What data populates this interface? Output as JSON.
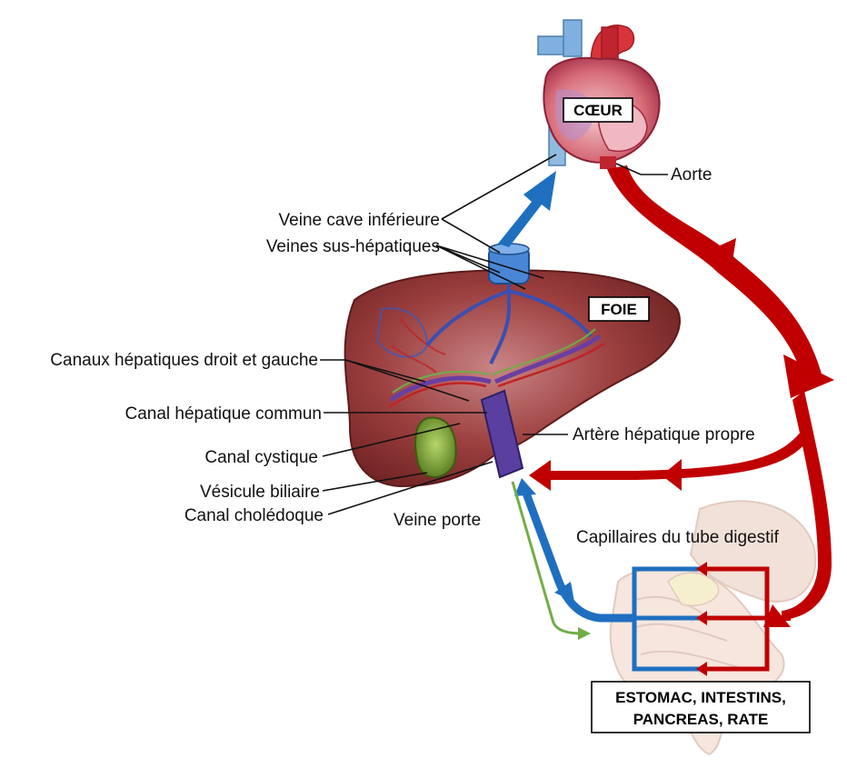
{
  "organs": {
    "heart": "CŒUR",
    "liver": "FOIE",
    "digestive_line1": "ESTOMAC, INTESTINS,",
    "digestive_line2": "PANCREAS, RATE"
  },
  "labels": {
    "aorte": "Aorte",
    "veine_cave": "Veine cave inférieure",
    "veines_sus_hepatiques": "Veines sus-hépatiques",
    "canaux_hepatiques": "Canaux hépatiques droit et gauche",
    "canal_hepatique_commun": "Canal hépatique commun",
    "canal_cystique": "Canal cystique",
    "vesicule_biliaire": "Vésicule biliaire",
    "canal_choledoque": "Canal cholédoque",
    "veine_porte": "Veine porte",
    "artere_hepatique": "Artère hépatique propre",
    "capillaires": "Capillaires du tube digestif"
  },
  "colors": {
    "artery_red": "#c00000",
    "vein_blue": "#1f6fc0",
    "bile_green": "#70ad47",
    "liver": "#8b2e2e"
  }
}
